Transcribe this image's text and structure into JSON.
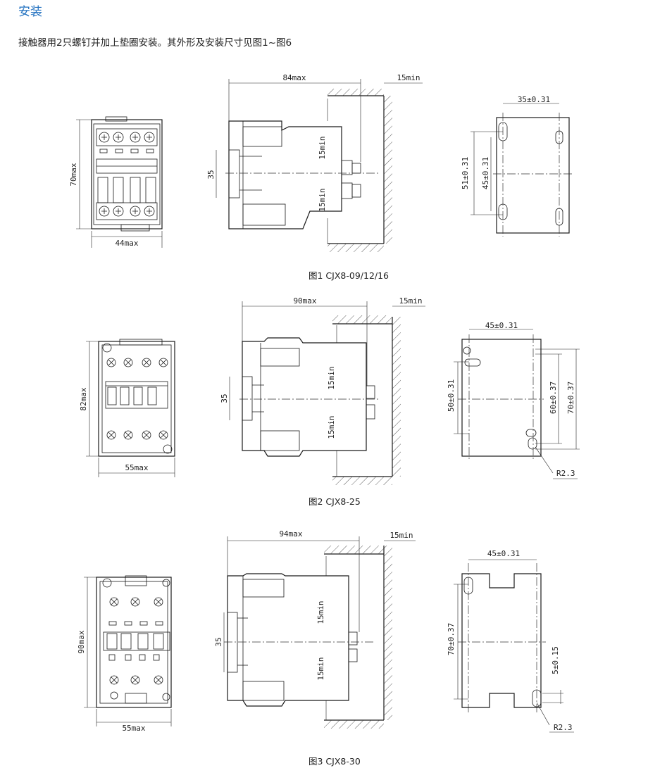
{
  "section_title": "安装",
  "intro_text": "接触器用2只螺钉并加上垫圈安装。其外形及安装尺寸见图1~图6",
  "figures": [
    {
      "caption": "图1  CJX8-09/12/16",
      "front": {
        "height": "70max",
        "width": "44max"
      },
      "side": {
        "depth": "84max",
        "clearance": "15min",
        "rail": "35",
        "top_gap": "15min",
        "bottom_gap": "15min"
      },
      "mount": {
        "hspace": "35±0.31",
        "vspace_outer": "51±0.31",
        "vspace_inner": "45±0.31"
      }
    },
    {
      "caption": "图2  CJX8-25",
      "front": {
        "height": "82max",
        "width": "55max"
      },
      "side": {
        "depth": "90max",
        "clearance": "15min",
        "rail": "35",
        "top_gap": "15min",
        "bottom_gap": "15min"
      },
      "mount": {
        "hspace": "45±0.31",
        "vspace_left": "50±0.31",
        "vspace_mid": "60±0.37",
        "vspace_right": "70±0.37",
        "radius": "R2.3"
      }
    },
    {
      "caption": "图3  CJX8-30",
      "front": {
        "height": "90max",
        "width": "55max"
      },
      "side": {
        "depth": "94max",
        "clearance": "15min",
        "rail": "35",
        "top_gap": "15min",
        "bottom_gap": "15min"
      },
      "mount": {
        "hspace": "45±0.31",
        "vspace_left": "70±0.37",
        "vspace_right": "5±0.15",
        "radius": "R2.3"
      }
    }
  ]
}
